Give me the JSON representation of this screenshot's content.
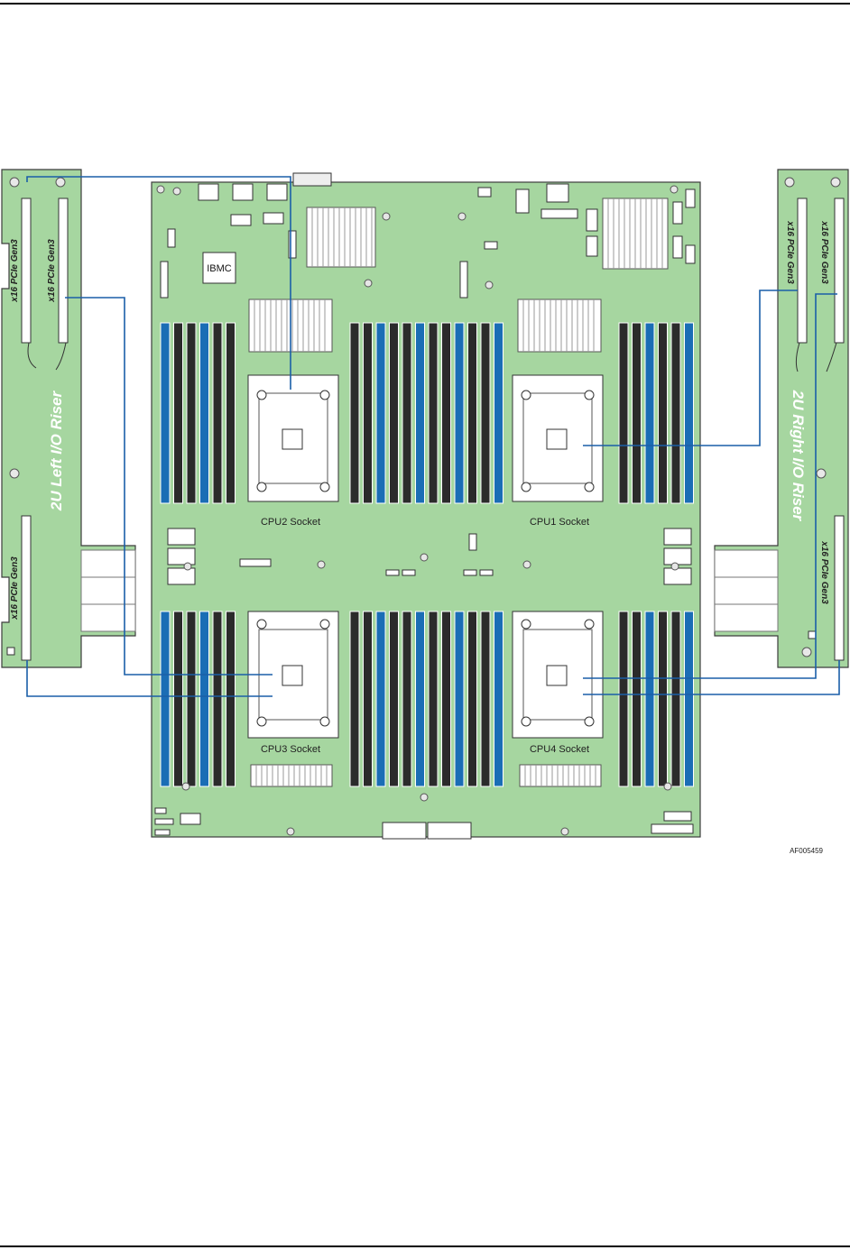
{
  "diagram": {
    "chip_label": "IBMC",
    "sockets": [
      "CPU2 Socket",
      "CPU1 Socket",
      "CPU3 Socket",
      "CPU4 Socket"
    ],
    "left_riser": {
      "title": "2U Left I/O Riser",
      "slots": [
        "x16 PCIe Gen3",
        "x16 PCIe Gen3",
        "x16 PCIe Gen3"
      ]
    },
    "right_riser": {
      "title": "2U Right I/O Riser",
      "slots": [
        "x16 PCIe Gen3",
        "x16 PCIe Gen3",
        "x16 PCIe Gen3"
      ]
    },
    "figure_id": "AF005459"
  },
  "colors": {
    "board": "#a6d6a0",
    "board_edge": "#3c3c3c",
    "dimm_dark": "#2b2b2b",
    "dimm_blue": "#1a6db5",
    "connector_line": "#1a5fa8"
  }
}
